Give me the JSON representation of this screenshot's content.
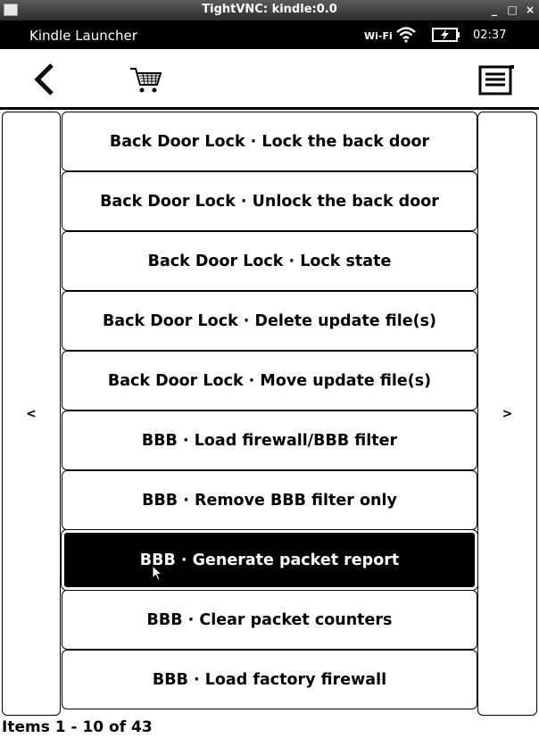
{
  "window": {
    "title": "TightVNC: kindle:0.0",
    "minimize": "_",
    "maximize": "□",
    "close": "×"
  },
  "status": {
    "app_name": "Kindle Launcher",
    "wifi_label": "Wi-Fi",
    "clock": "02:37"
  },
  "nav": {
    "prev": "<",
    "next": ">"
  },
  "items": [
    {
      "label": "Back Door Lock · Lock the back door",
      "selected": false
    },
    {
      "label": "Back Door Lock · Unlock the back door",
      "selected": false
    },
    {
      "label": "Back Door Lock · Lock state",
      "selected": false
    },
    {
      "label": "Back Door Lock · Delete update file(s)",
      "selected": false
    },
    {
      "label": "Back Door Lock · Move update file(s)",
      "selected": false
    },
    {
      "label": "BBB · Load firewall/BBB filter",
      "selected": false
    },
    {
      "label": "BBB · Remove BBB filter only",
      "selected": false
    },
    {
      "label": "BBB · Generate packet report",
      "selected": true
    },
    {
      "label": "BBB · Clear packet counters",
      "selected": false
    },
    {
      "label": "BBB · Load factory firewall",
      "selected": false
    }
  ],
  "footer": {
    "pagination": "Items 1 - 10 of 43"
  }
}
